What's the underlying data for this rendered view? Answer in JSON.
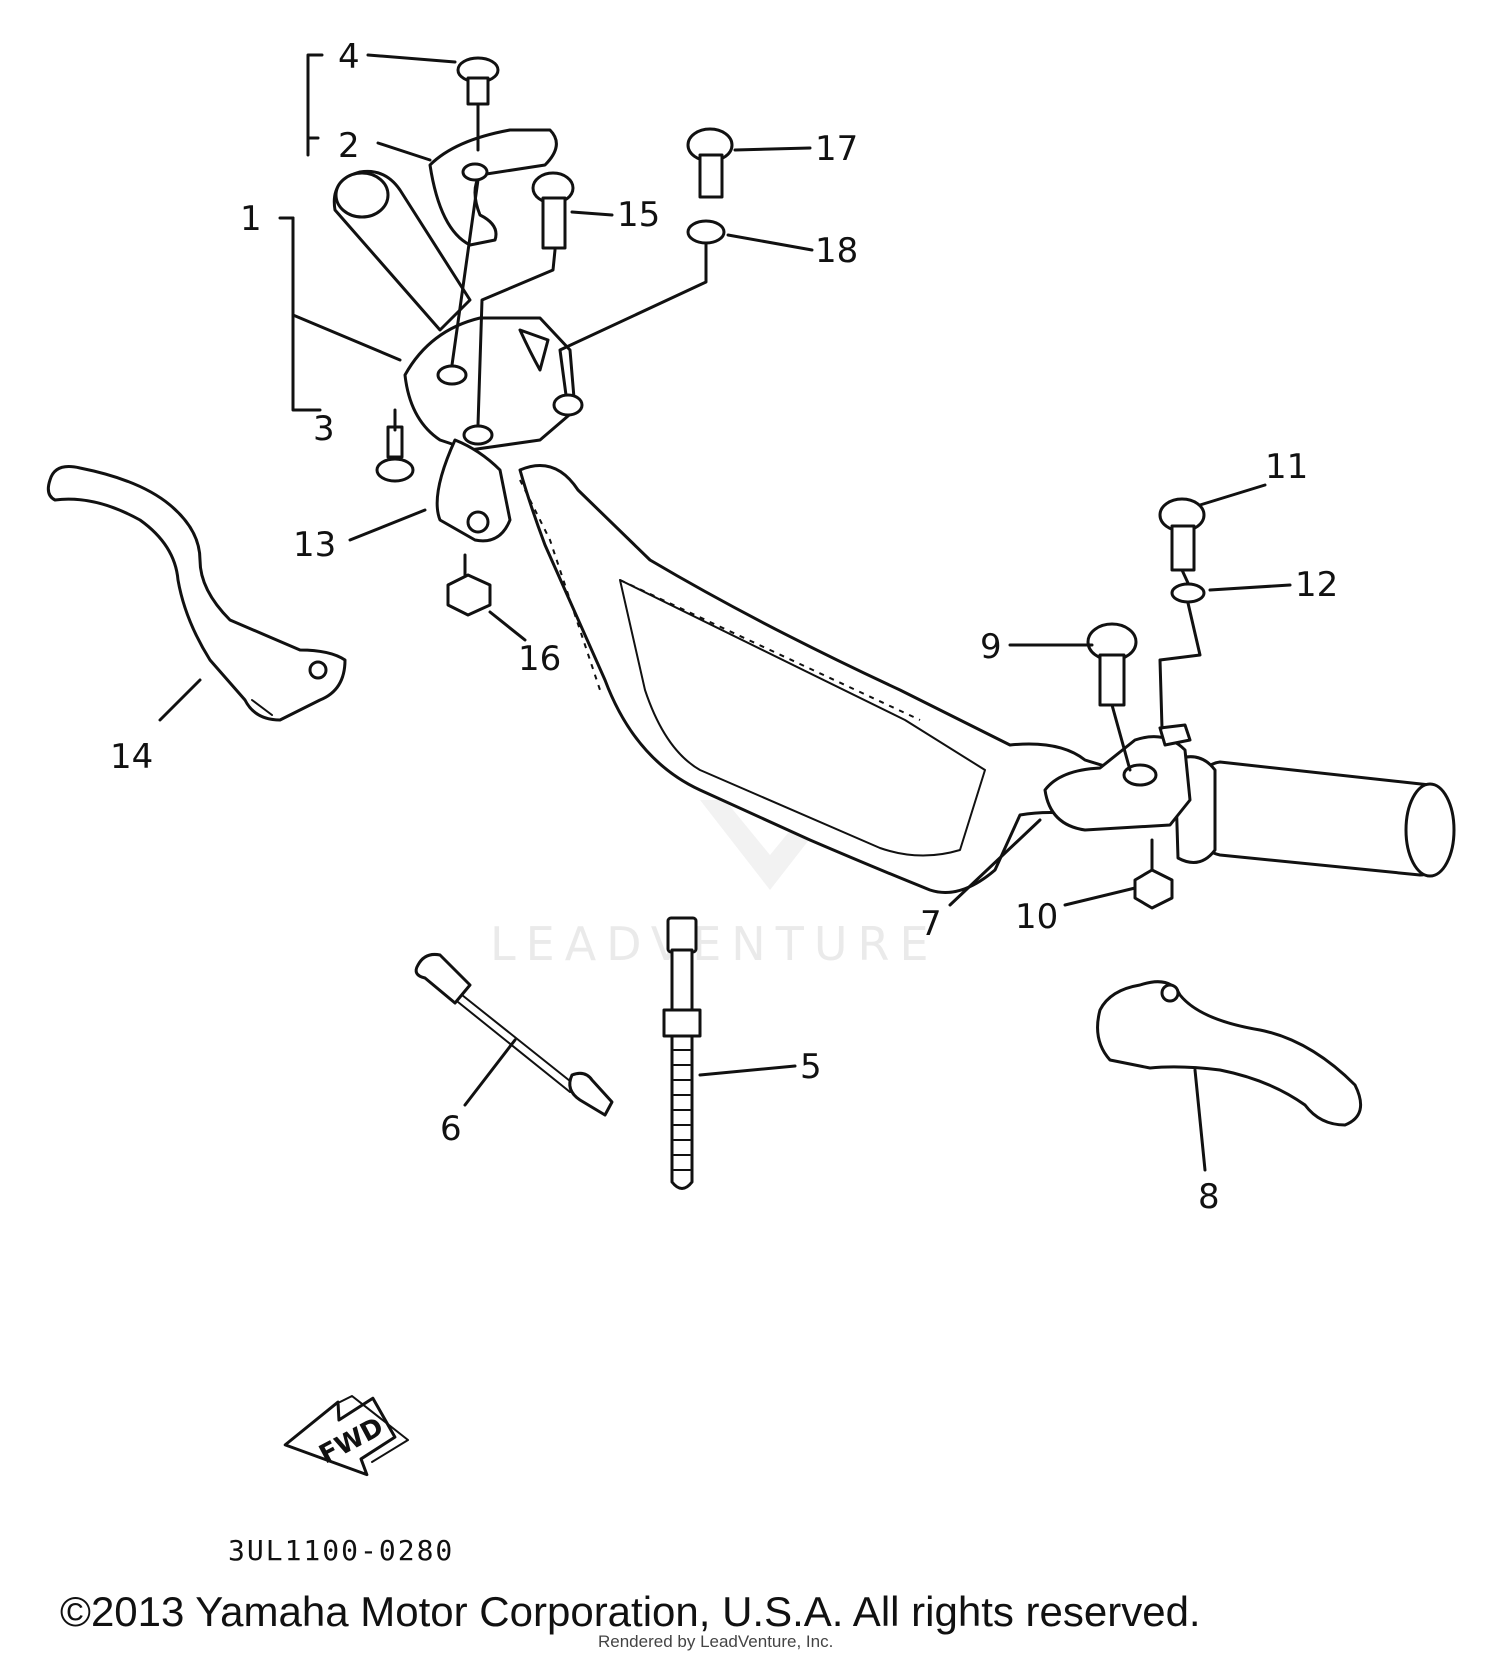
{
  "diagram": {
    "callouts": {
      "c1": "1",
      "c2": "2",
      "c3": "3",
      "c4": "4",
      "c5": "5",
      "c6": "6",
      "c7": "7",
      "c8": "8",
      "c9": "9",
      "c10": "10",
      "c11": "11",
      "c12": "12",
      "c13": "13",
      "c14": "14",
      "c15": "15",
      "c16": "16",
      "c17": "17",
      "c18": "18"
    },
    "fwd_label": "FWD",
    "drawing_code": "3UL1100-0280",
    "watermark": "LEADVENTURE"
  },
  "footer": {
    "copyright": "©2013 Yamaha Motor Corporation, U.S.A. All rights reserved.",
    "rendered_by": "Rendered by LeadVenture, Inc."
  }
}
